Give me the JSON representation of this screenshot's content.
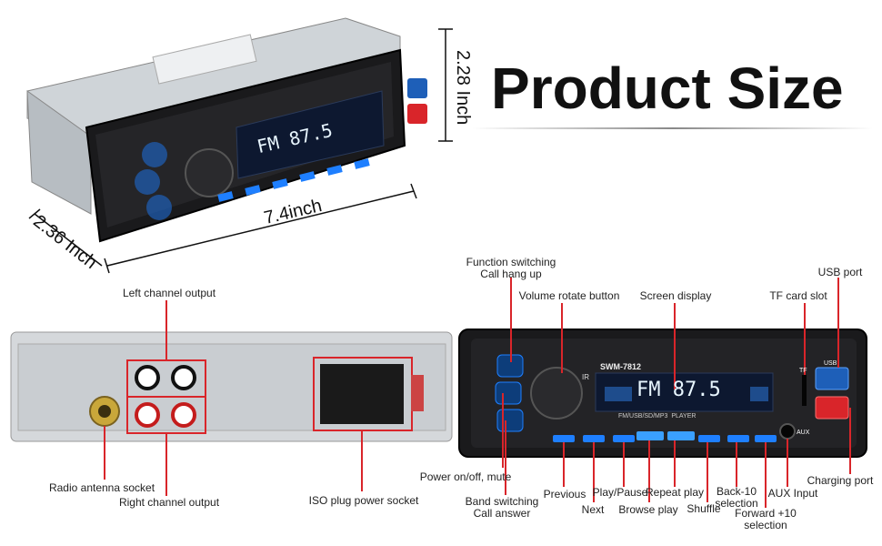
{
  "title": "Product Size",
  "dimensions": {
    "width": "7.4inch",
    "height": "2.28 Inch",
    "depth": "2.36 Inch"
  },
  "device": {
    "model": "SWM-7812",
    "display_text": "FM 87.5",
    "subtitle": "FM/USB/SD/MP3  PLAYER",
    "usb_label": "USB",
    "tf_label": "TF",
    "aux_label": "AUX",
    "ir_label": "IR"
  },
  "rear_labels": {
    "left_channel": "Left channel output",
    "right_channel": "Right channel output",
    "antenna": "Radio antenna socket",
    "iso_plug": "ISO plug power socket"
  },
  "front_labels": {
    "function_switch": "Function switching\nCall hang up",
    "volume": "Volume rotate button",
    "screen": "Screen display",
    "tf_slot": "TF card slot",
    "usb_port": "USB port",
    "power": "Power on/off, mute",
    "band": "Band switching\nCall answer",
    "previous": "Previous",
    "next": "Next",
    "play_pause": "Play/Pause",
    "browse": "Browse play",
    "repeat": "Repeat play",
    "shuffle": "Shuffle",
    "back10": "Back-10\nselection",
    "forward10": "Forward +10\nselection",
    "aux_input": "AUX Input",
    "charging": "Charging port"
  },
  "colors": {
    "accent_red": "#d9252a",
    "button_blue": "#1e7fff",
    "panel_dark": "#1a1a1c"
  }
}
